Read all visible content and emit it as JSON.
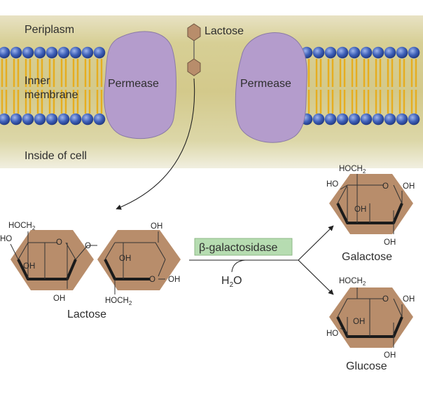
{
  "membrane": {
    "periplasm_label": "Periplasm",
    "inner_membrane_label_line1": "Inner",
    "inner_membrane_label_line2": "membrane",
    "inside_label": "Inside of cell",
    "permease_left": "Permease",
    "permease_right": "Permease",
    "lactose_transport_label": "Lactose"
  },
  "lactose": {
    "name": "Lactose",
    "hoch2": "HOCH",
    "hoch2_sub": "2",
    "ho": "HO",
    "oh": "OH",
    "o": "O",
    "hoch2_bottom": "HOCH",
    "hoch2_bottom_sub": "2"
  },
  "enzyme": {
    "label": "β-galactosidase",
    "water": "H",
    "water_sub": "2",
    "water_o": "O",
    "highlight_color": "#b6dcb1"
  },
  "products": {
    "galactose": {
      "name": "Galactose",
      "hoch2": "HOCH",
      "hoch2_sub": "2",
      "ho": "HO",
      "oh_ring": "OH",
      "oh_right": "OH",
      "oh_bottom": "OH",
      "o": "O"
    },
    "glucose": {
      "name": "Glucose",
      "hoch2": "HOCH",
      "hoch2_sub": "2",
      "ho": "HO",
      "oh_ring": "OH",
      "oh_right": "OH",
      "oh_bottom": "OH",
      "o": "O"
    }
  },
  "colors": {
    "hexagon_fill": "#b88d6b",
    "permease_fill": "#b49ccc",
    "head_blue": "#3a5ab0",
    "tail_yellow": "#f3c63d"
  }
}
